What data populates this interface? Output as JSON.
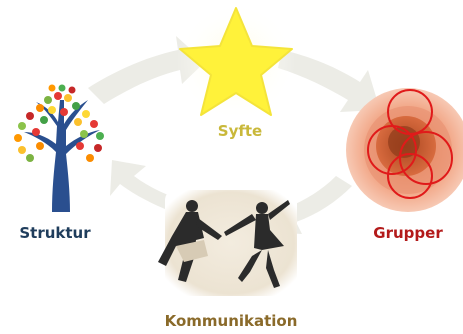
{
  "labels": {
    "syfte": "Syfte",
    "struktur": "Struktur",
    "grupper": "Grupper",
    "kommunikation": "Kommunikation"
  },
  "colors": {
    "syfte": "#c9b83a",
    "struktur": "#1f3d5c",
    "grupper": "#b31a1a",
    "kommunikation": "#8a6a2a",
    "arrow": "#ecece6",
    "star": "#fff23a",
    "tree_trunk": "#2a4f8f",
    "group_outer": "#f2a98a",
    "group_inner": "#d86b3f",
    "group_ring": "#e01a1a"
  },
  "icons": {
    "top": "star-icon",
    "left": "tree-icon",
    "right": "circles-icon",
    "bottom": "dancing-couple-icon"
  }
}
